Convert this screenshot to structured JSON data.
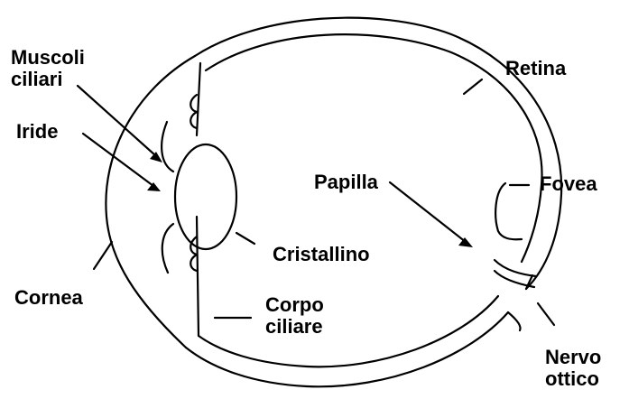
{
  "labels": {
    "muscoli_line1": "Muscoli",
    "muscoli_line2": "ciliari",
    "iride": "Iride",
    "cornea": "Cornea",
    "retina": "Retina",
    "papilla": "Papilla",
    "fovea": "Fovea",
    "cristallino": "Cristallino",
    "corpo_line1": "Corpo",
    "corpo_line2": "ciliare",
    "nervo_line1": "Nervo",
    "nervo_line2": "ottico"
  },
  "colors": {
    "ink": "#000000",
    "background": "#ffffff"
  }
}
